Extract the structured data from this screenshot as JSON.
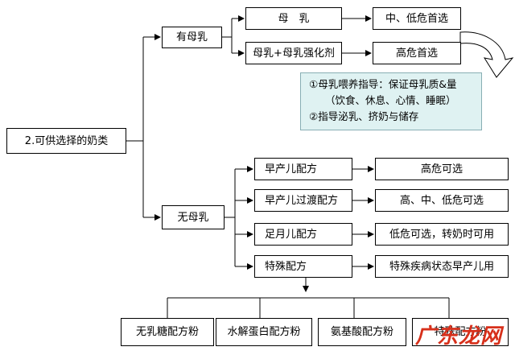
{
  "root": {
    "label": "2.可供选择的奶类"
  },
  "breast_milk": {
    "label": "有母乳",
    "options": [
      {
        "label": "母　乳",
        "result": "中、低危首选"
      },
      {
        "label": "母乳+母乳强化剂",
        "result": "高危首选"
      }
    ],
    "guidance": {
      "line1": "①母乳喂养指导：保证母乳质&量",
      "line2": "（饮食、休息、心情、睡眠）",
      "line3": "②指导泌乳、挤奶与储存"
    }
  },
  "no_breast_milk": {
    "label": "无母乳",
    "options": [
      {
        "label": "早产儿配方",
        "result": "高危可选"
      },
      {
        "label": "早产儿过渡配方",
        "result": "高、中、低危可选"
      },
      {
        "label": "足月儿配方",
        "result": "低危可选，转奶时可用"
      },
      {
        "label": "特殊配方",
        "result": "特殊疾病状态早产儿用"
      }
    ],
    "special_formulas": [
      "无乳糖配方粉",
      "水解蛋白配方粉",
      "氨基酸配方粉",
      "特殊配方粉"
    ]
  },
  "watermark": {
    "text": "广东龙网"
  },
  "colors": {
    "note_bg": "#dff2f2",
    "arrow_fill": "#ffffff",
    "watermark": "#d7301b"
  }
}
